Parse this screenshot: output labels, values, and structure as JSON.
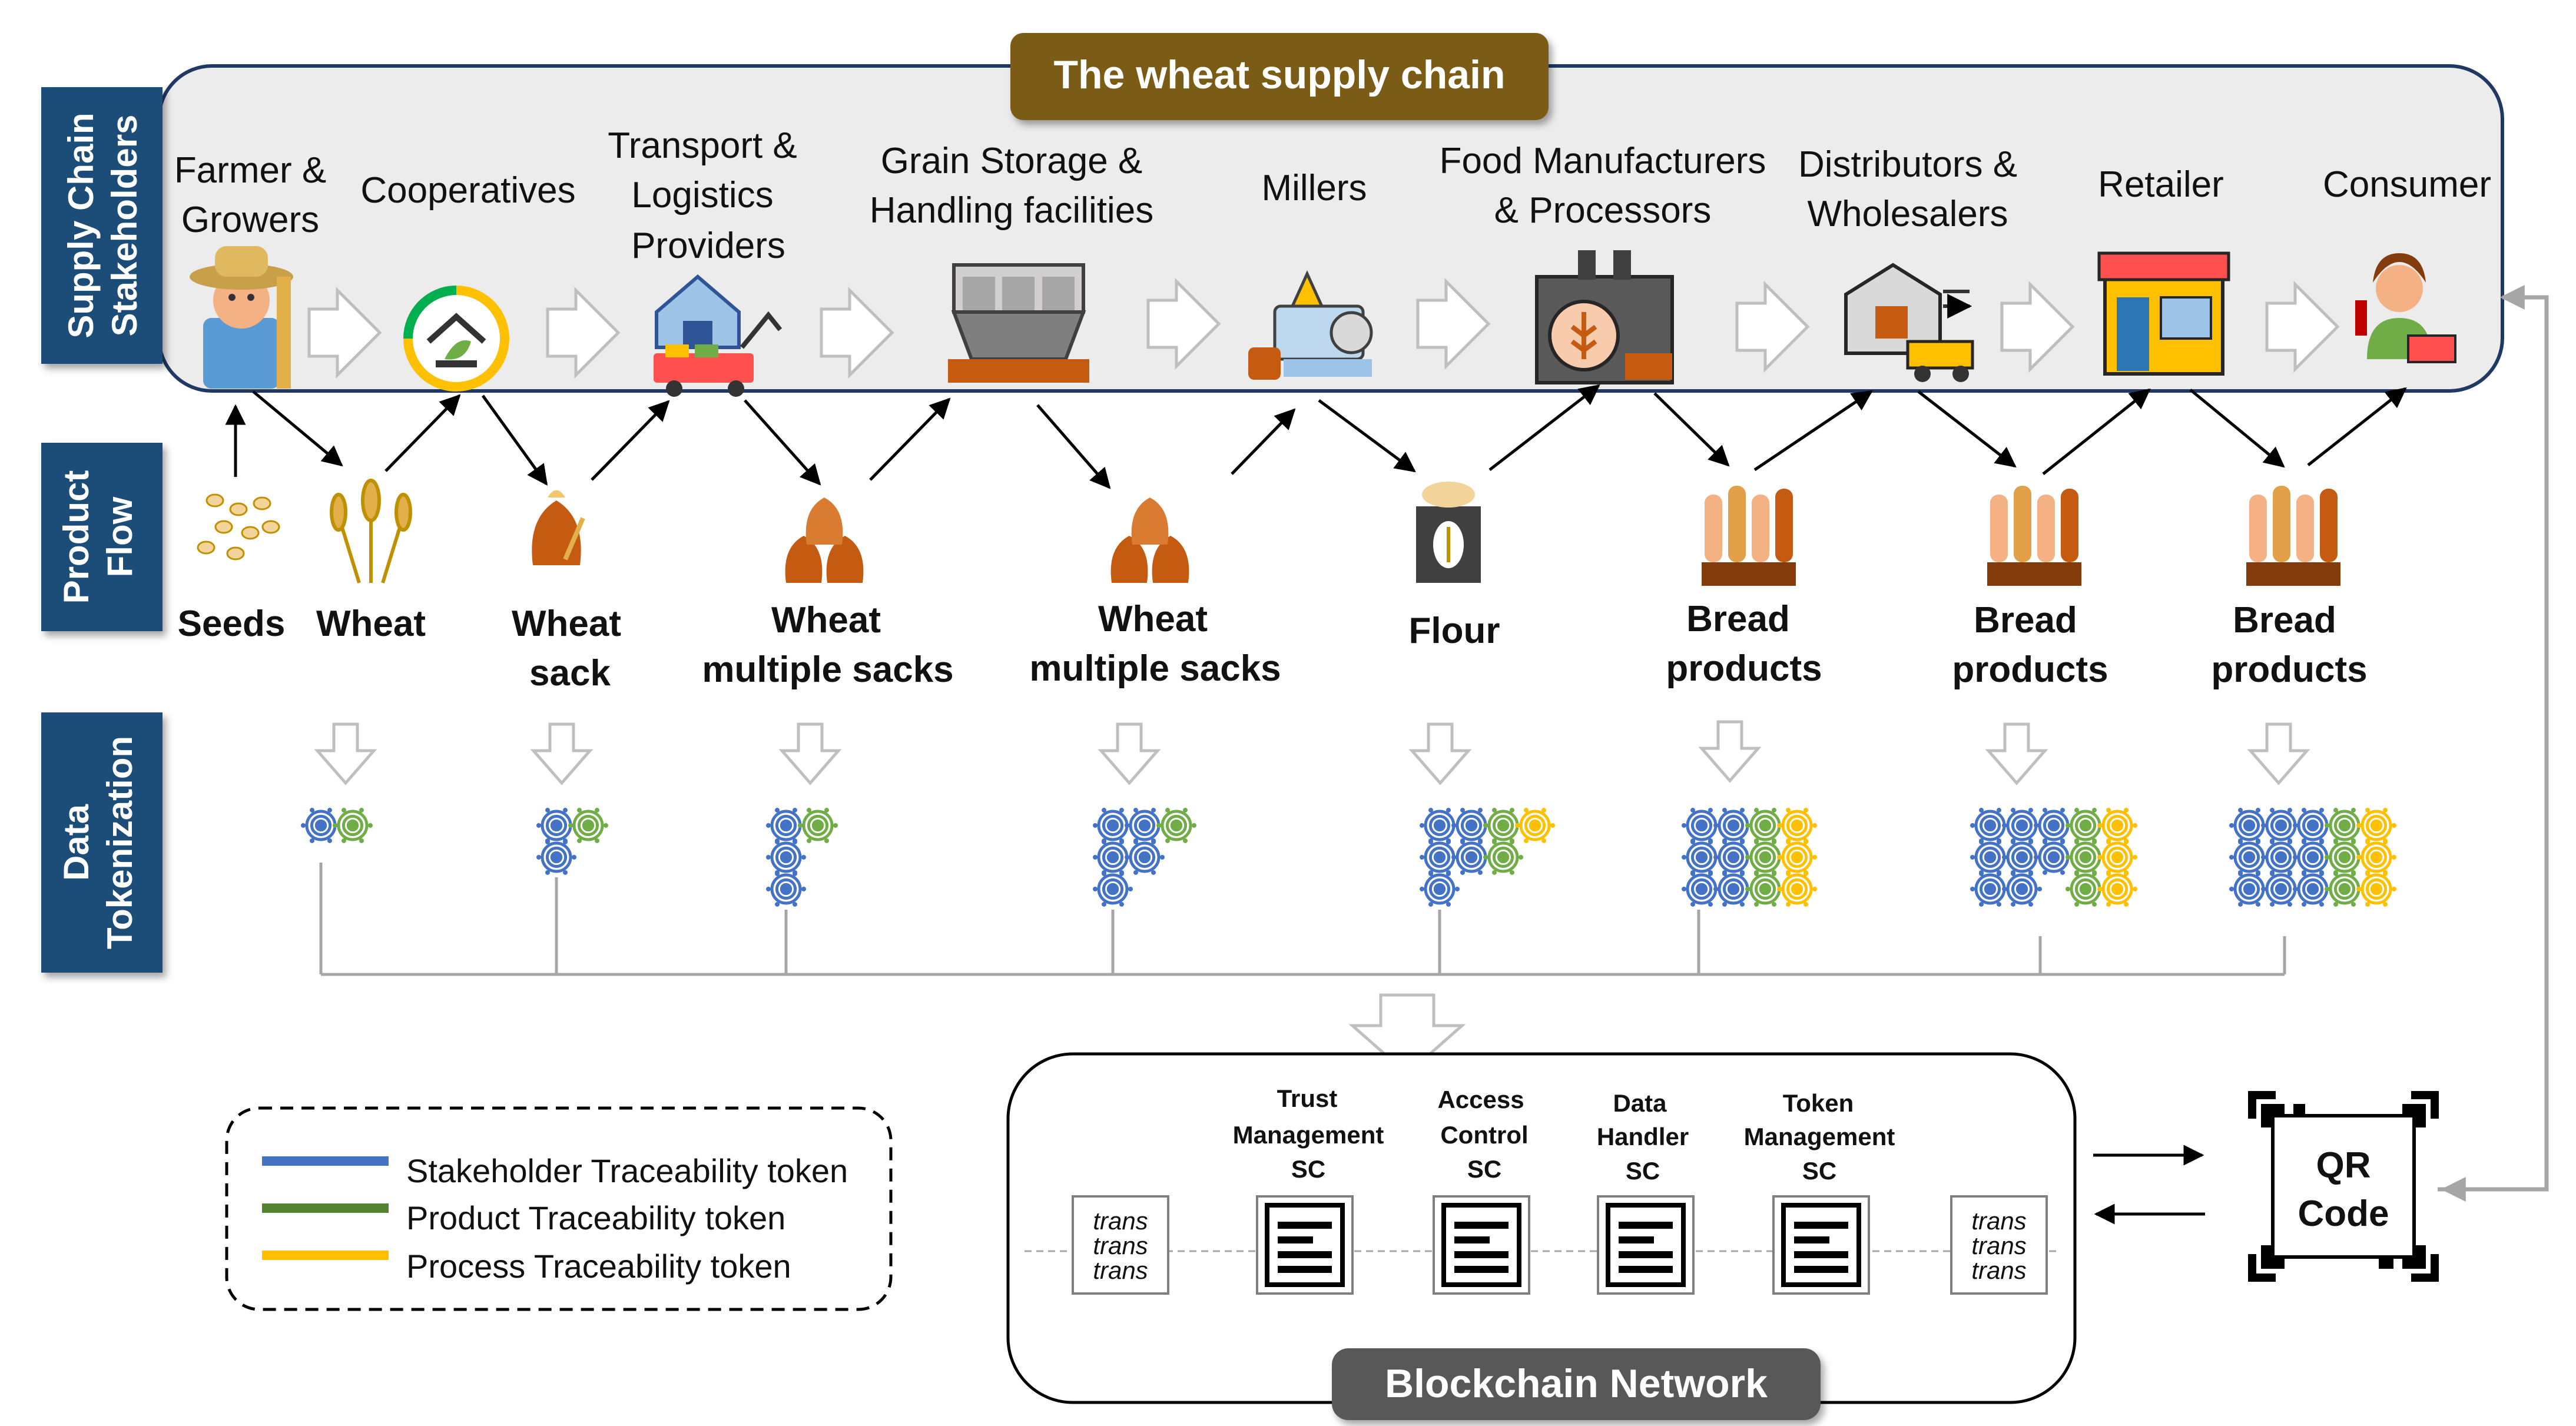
{
  "title": "The wheat supply chain",
  "colors": {
    "banner_brown": "#7a5c12",
    "panel_bg": "#ececec",
    "side_label_blue": "#1f4e79",
    "stakeholder_token": "#4472c4",
    "product_token": "#70ad47",
    "process_token": "#ffc000",
    "blockchain_label_bg": "#595959"
  },
  "row_labels": {
    "stakeholders": [
      "Supply Chain",
      "Stakeholders"
    ],
    "product_flow": [
      "Product",
      "Flow"
    ],
    "tokenization": [
      "Data",
      "Tokenization"
    ]
  },
  "stakeholders": [
    {
      "lines": [
        "Farmer &",
        "Growers"
      ],
      "icon": "farmer-icon"
    },
    {
      "lines": [
        "Cooperatives"
      ],
      "icon": "cooperative-icon"
    },
    {
      "lines": [
        "Transport &",
        "Logistics",
        "Providers"
      ],
      "icon": "transport-icon"
    },
    {
      "lines": [
        "Grain Storage &",
        "Handling facilities"
      ],
      "icon": "silo-icon"
    },
    {
      "lines": [
        "Millers"
      ],
      "icon": "mill-icon"
    },
    {
      "lines": [
        "Food Manufacturers",
        "& Processors"
      ],
      "icon": "factory-icon"
    },
    {
      "lines": [
        "Distributors &",
        "Wholesalers"
      ],
      "icon": "warehouse-truck-icon"
    },
    {
      "lines": [
        "Retailer"
      ],
      "icon": "shop-icon"
    },
    {
      "lines": [
        "Consumer"
      ],
      "icon": "consumer-icon"
    }
  ],
  "products": [
    {
      "lines": [
        "Seeds"
      ],
      "icon": "seeds-icon"
    },
    {
      "lines": [
        "Wheat"
      ],
      "icon": "wheat-icon"
    },
    {
      "lines": [
        "Wheat",
        "sack"
      ],
      "icon": "sack-icon"
    },
    {
      "lines": [
        "Wheat",
        "multiple sacks"
      ],
      "icon": "sacks-icon"
    },
    {
      "lines": [
        "Wheat",
        "multiple sacks"
      ],
      "icon": "sacks-icon"
    },
    {
      "lines": [
        "Flour"
      ],
      "icon": "flour-bag-icon"
    },
    {
      "lines": [
        "Bread",
        "products"
      ],
      "icon": "bread-basket-icon"
    },
    {
      "lines": [
        "Bread",
        "products"
      ],
      "icon": "bread-basket-icon"
    },
    {
      "lines": [
        "Bread",
        "products"
      ],
      "icon": "bread-basket-icon"
    }
  ],
  "token_clusters": [
    {
      "stakeholder": 1,
      "product": 1,
      "process": 0
    },
    {
      "stakeholder": 2,
      "product": 1,
      "process": 0
    },
    {
      "stakeholder": 3,
      "product": 1,
      "process": 0
    },
    {
      "stakeholder": 5,
      "product": 1,
      "process": 0
    },
    {
      "stakeholder": 5,
      "product": 2,
      "process": 1
    },
    {
      "stakeholder": 6,
      "product": 3,
      "process": 3
    },
    {
      "stakeholder": 8,
      "product": 3,
      "process": 3
    },
    {
      "stakeholder": 9,
      "product": 3,
      "process": 3
    }
  ],
  "legend": [
    {
      "label": "Stakeholder Traceability token",
      "color": "#4472c4"
    },
    {
      "label": "Product Traceability token",
      "color": "#70ad47"
    },
    {
      "label": "Process Traceability token",
      "color": "#ffc000"
    }
  ],
  "blockchain": {
    "label": "Blockchain Network",
    "trans_lines": [
      "trans",
      "trans",
      "trans"
    ],
    "contracts": [
      {
        "lines": [
          "Trust",
          "Management",
          "SC"
        ]
      },
      {
        "lines": [
          "Access",
          "Control",
          "SC"
        ]
      },
      {
        "lines": [
          "Data",
          "Handler",
          "SC"
        ]
      },
      {
        "lines": [
          "Token",
          "Management",
          "SC"
        ]
      }
    ]
  },
  "qr": {
    "lines": [
      "QR",
      "Code"
    ]
  }
}
